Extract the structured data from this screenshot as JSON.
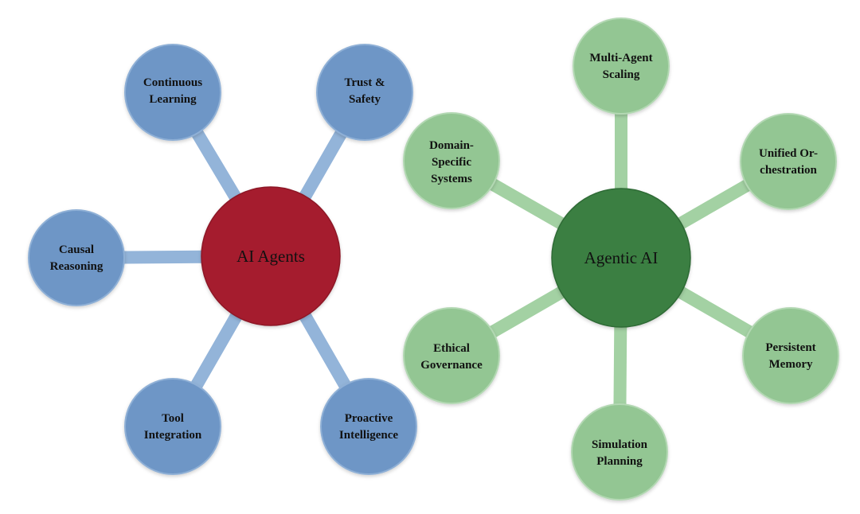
{
  "colors": {
    "ai_agents_center": "#a51f2e",
    "ai_agents_node": "#6e96c6",
    "ai_agents_node_edge": "#8fb0d6",
    "ai_agents_connector": "#93b4d9",
    "agentic_center": "#3a7f42",
    "agentic_node": "#93c693",
    "agentic_node_edge": "#b3d8b3",
    "agentic_connector": "#a3d1a3"
  },
  "clusters": [
    {
      "id": "ai-agents",
      "center": {
        "label": "AI Agents"
      },
      "nodes": [
        {
          "id": "continuous-learning",
          "lines": [
            "Continuous",
            "Learning"
          ]
        },
        {
          "id": "trust-safety",
          "lines": [
            "Trust &",
            "Safety"
          ]
        },
        {
          "id": "causal-reasoning",
          "lines": [
            "Causal",
            "Reasoning"
          ]
        },
        {
          "id": "tool-integration",
          "lines": [
            "Tool",
            "Integration"
          ]
        },
        {
          "id": "proactive-intelligence",
          "lines": [
            "Proactive",
            "Intelligence"
          ]
        }
      ]
    },
    {
      "id": "agentic-ai",
      "center": {
        "label": "Agentic AI"
      },
      "nodes": [
        {
          "id": "multi-agent-scaling",
          "lines": [
            "Multi-Agent",
            "Scaling"
          ]
        },
        {
          "id": "domain-specific-systems",
          "lines": [
            "Domain-",
            "Specific",
            "Systems"
          ]
        },
        {
          "id": "unified-orchestration",
          "lines": [
            "Unified Or-",
            "chestration"
          ]
        },
        {
          "id": "ethical-governance",
          "lines": [
            "Ethical",
            "Governance"
          ]
        },
        {
          "id": "persistent-memory",
          "lines": [
            "Persistent",
            "Memory"
          ]
        },
        {
          "id": "simulation-planning",
          "lines": [
            "Simulation",
            "Planning"
          ]
        }
      ]
    }
  ]
}
